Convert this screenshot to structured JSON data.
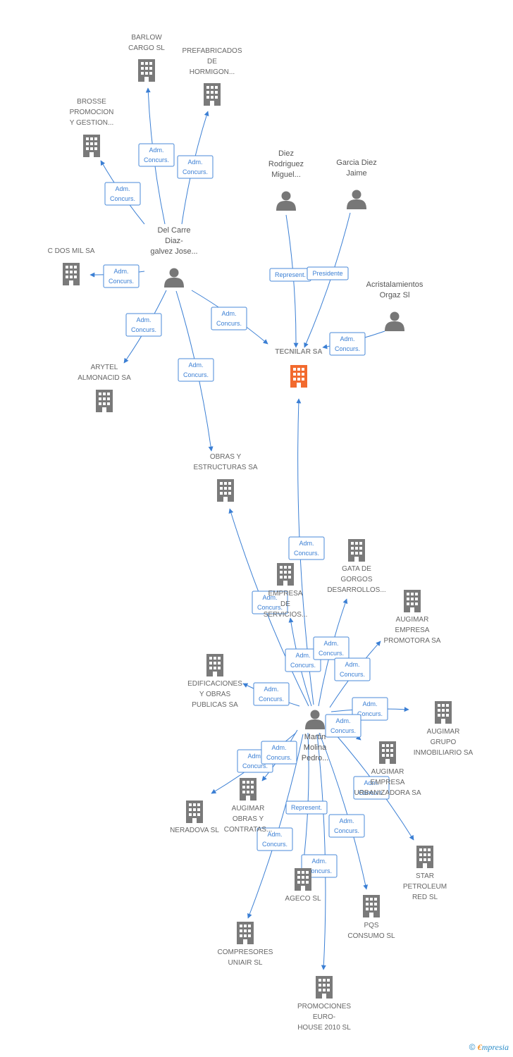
{
  "colors": {
    "edge": "#3b7fd4",
    "company": "#7a7a7a",
    "main_company": "#f26a2e",
    "person": "#777777"
  },
  "companies": [
    {
      "id": "barlow",
      "label": [
        "BARLOW",
        "CARGO SL"
      ],
      "main": false
    },
    {
      "id": "prefab",
      "label": [
        "PREFABRICADOS",
        "DE",
        "HORMIGON..."
      ],
      "main": false
    },
    {
      "id": "brosse",
      "label": [
        "BROSSE",
        "PROMOCION",
        "Y GESTION..."
      ],
      "main": false
    },
    {
      "id": "cdosmil",
      "label": [
        "C DOS MIL SA"
      ],
      "main": false
    },
    {
      "id": "arytel",
      "label": [
        "ARYTEL",
        "ALMONACID SA"
      ],
      "main": false
    },
    {
      "id": "tecnilar",
      "label": [
        "TECNILAR SA"
      ],
      "main": true
    },
    {
      "id": "obras",
      "label": [
        "OBRAS Y",
        "ESTRUCTURAS SA"
      ],
      "main": false
    },
    {
      "id": "empresa_serv",
      "label": [
        "EMPRESA",
        "DE",
        "SERVICIOS..."
      ],
      "main": false
    },
    {
      "id": "gata",
      "label": [
        "GATA DE",
        "GORGOS",
        "DESARROLLOS..."
      ],
      "main": false
    },
    {
      "id": "augimar_emp",
      "label": [
        "AUGIMAR",
        "EMPRESA",
        "PROMOTORA SA"
      ],
      "main": false
    },
    {
      "id": "edificaciones",
      "label": [
        "EDIFICACIONES",
        "Y OBRAS",
        "PUBLICAS SA"
      ],
      "main": false
    },
    {
      "id": "augimar_grupo",
      "label": [
        "AUGIMAR",
        "GRUPO",
        "INMOBILIARIO SA"
      ],
      "main": false
    },
    {
      "id": "augimar_urb",
      "label": [
        "AUGIMAR",
        "EMPRESA",
        "URBANIZADORA SA"
      ],
      "main": false
    },
    {
      "id": "neradova",
      "label": [
        "NERADOVA SL"
      ],
      "main": false
    },
    {
      "id": "augimar_obras",
      "label": [
        "AUGIMAR",
        "OBRAS Y",
        "CONTRATAS..."
      ],
      "main": false
    },
    {
      "id": "ageco",
      "label": [
        "AGECO SL"
      ],
      "main": false
    },
    {
      "id": "star",
      "label": [
        "STAR",
        "PETROLEUM",
        "RED SL"
      ],
      "main": false
    },
    {
      "id": "pqs",
      "label": [
        "PQS",
        "CONSUMO SL"
      ],
      "main": false
    },
    {
      "id": "compresores",
      "label": [
        "COMPRESORES",
        "UNIAIR SL"
      ],
      "main": false
    },
    {
      "id": "promociones",
      "label": [
        "PROMOCIONES",
        "EURO-",
        "HOUSE 2010 SL"
      ],
      "main": false
    }
  ],
  "persons": [
    {
      "id": "delcarre",
      "label": [
        "Del Carre",
        "Diaz-",
        "galvez Jose..."
      ]
    },
    {
      "id": "diez",
      "label": [
        "Diez",
        "Rodriguez",
        "Miguel..."
      ]
    },
    {
      "id": "garcia",
      "label": [
        "Garcia Diez",
        "Jaime"
      ]
    },
    {
      "id": "acrist",
      "label": [
        "Acristalamientos",
        "Orgaz Sl"
      ]
    },
    {
      "id": "martin",
      "label": [
        "Martin",
        "Molina",
        "Pedro..."
      ]
    }
  ],
  "edges": [
    {
      "from": "delcarre",
      "to": "barlow",
      "tag": [
        "Adm.",
        "Concurs."
      ]
    },
    {
      "from": "delcarre",
      "to": "prefab",
      "tag": [
        "Adm.",
        "Concurs."
      ]
    },
    {
      "from": "delcarre",
      "to": "brosse",
      "tag": [
        "Adm.",
        "Concurs."
      ]
    },
    {
      "from": "delcarre",
      "to": "cdosmil",
      "tag": [
        "Adm.",
        "Concurs."
      ]
    },
    {
      "from": "delcarre",
      "to": "arytel",
      "tag": [
        "Adm.",
        "Concurs."
      ]
    },
    {
      "from": "delcarre",
      "to": "tecnilar",
      "tag": [
        "Adm.",
        "Concurs."
      ]
    },
    {
      "from": "delcarre",
      "to": "obras",
      "tag": [
        "Adm.",
        "Concurs."
      ]
    },
    {
      "from": "diez",
      "to": "tecnilar",
      "tag": [
        "Represent."
      ]
    },
    {
      "from": "garcia",
      "to": "tecnilar",
      "tag": [
        "Presidente"
      ]
    },
    {
      "from": "acrist",
      "to": "tecnilar",
      "tag": [
        "Adm.",
        "Concurs."
      ]
    },
    {
      "from": "martin",
      "to": "tecnilar",
      "tag": [
        "Adm.",
        "Concurs."
      ]
    },
    {
      "from": "martin",
      "to": "obras",
      "tag": [
        "Adm.",
        "Concurs."
      ]
    },
    {
      "from": "martin",
      "to": "empresa_serv",
      "tag": [
        "Adm.",
        "Concurs."
      ]
    },
    {
      "from": "martin",
      "to": "gata",
      "tag": [
        "Adm.",
        "Concurs."
      ]
    },
    {
      "from": "martin",
      "to": "augimar_emp",
      "tag": [
        "Adm.",
        "Concurs."
      ]
    },
    {
      "from": "martin",
      "to": "edificaciones",
      "tag": [
        "Adm.",
        "Concurs."
      ]
    },
    {
      "from": "martin",
      "to": "augimar_grupo",
      "tag": [
        "Adm.",
        "Concurs."
      ]
    },
    {
      "from": "martin",
      "to": "augimar_urb",
      "tag": [
        "Adm.",
        "Concurs."
      ]
    },
    {
      "from": "martin",
      "to": "neradova",
      "tag": [
        "Adm.",
        "Concurs."
      ]
    },
    {
      "from": "martin",
      "to": "augimar_obras",
      "tag": [
        "Adm.",
        "Concurs."
      ]
    },
    {
      "from": "martin",
      "to": "ageco",
      "tag": [
        "Represent."
      ]
    },
    {
      "from": "martin",
      "to": "star",
      "tag": [
        "Adm.",
        "Concurs."
      ]
    },
    {
      "from": "martin",
      "to": "pqs",
      "tag": [
        "Adm.",
        "Concurs."
      ]
    },
    {
      "from": "martin",
      "to": "compresores",
      "tag": [
        "Adm.",
        "Concurs."
      ]
    },
    {
      "from": "martin",
      "to": "promociones",
      "tag": [
        "Adm.",
        "Concurs."
      ]
    }
  ],
  "footer": {
    "copyright": "©",
    "brand_e": "€",
    "brand_rest": "mpresia"
  }
}
